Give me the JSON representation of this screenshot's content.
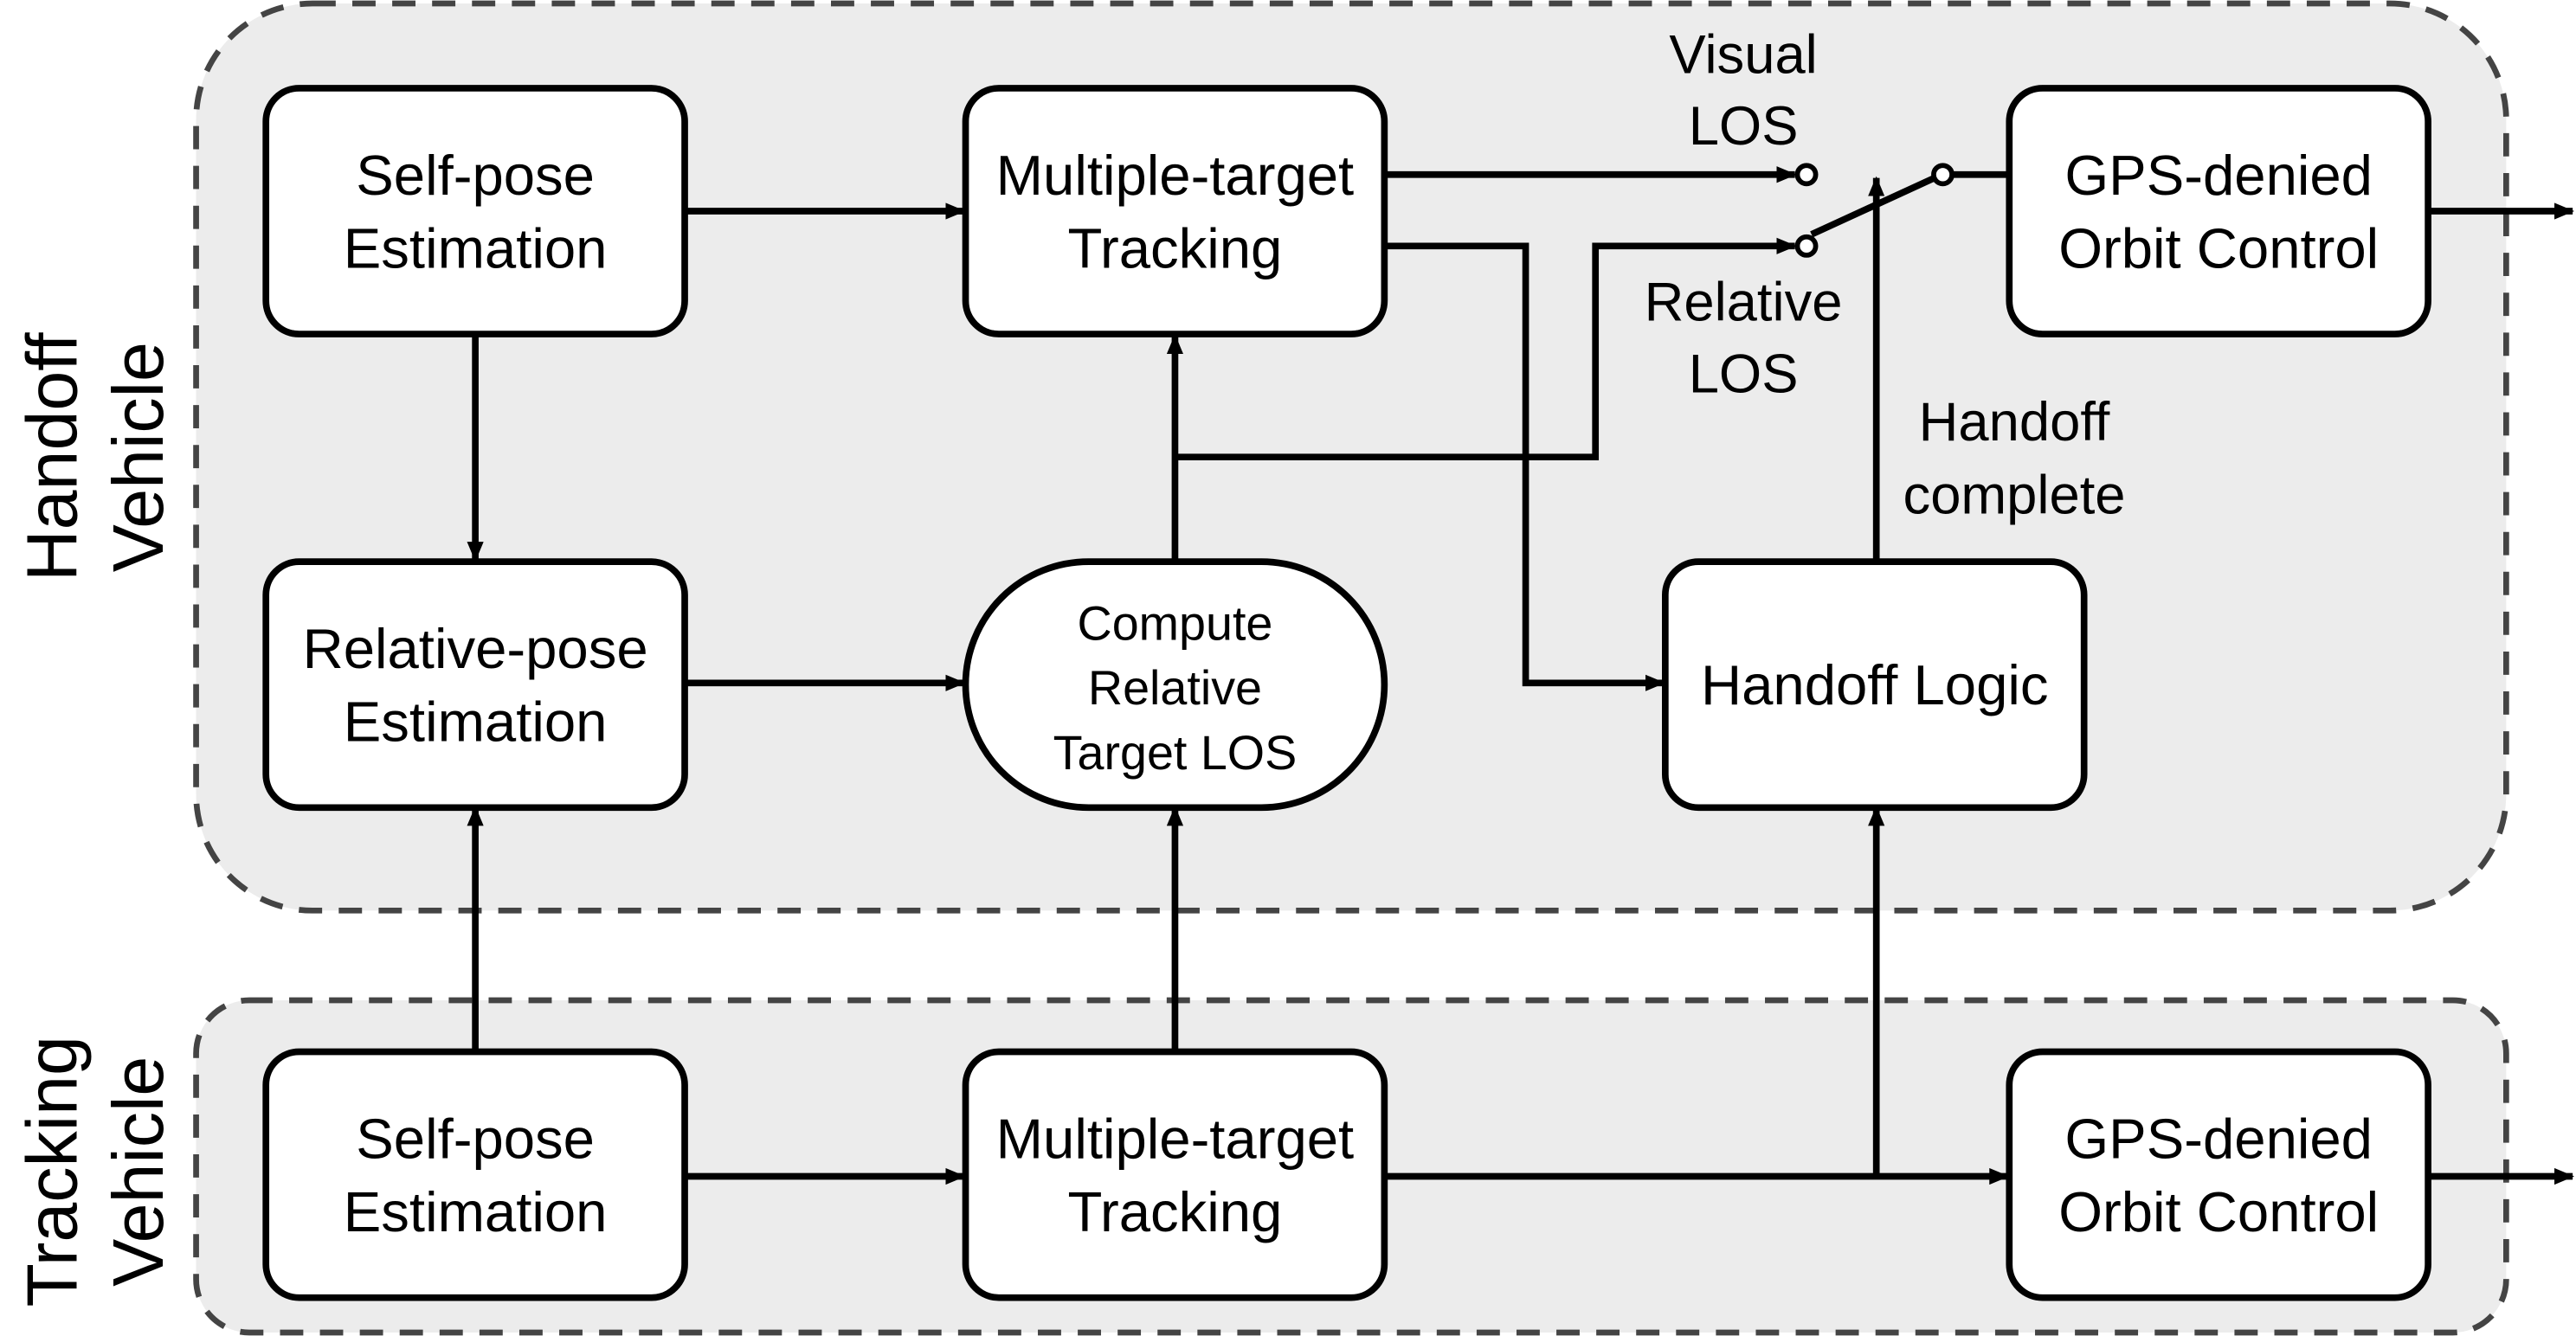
{
  "groups": {
    "handoff": {
      "label_line1": "Handoff",
      "label_line2": "Vehicle"
    },
    "tracking": {
      "label_line1": "Tracking",
      "label_line2": "Vehicle"
    }
  },
  "blocks": {
    "handoff_self_pose": {
      "line1": "Self-pose",
      "line2": "Estimation"
    },
    "handoff_mtt": {
      "line1": "Multiple-target",
      "line2": "Tracking"
    },
    "handoff_gps_orbit": {
      "line1": "GPS-denied",
      "line2": "Orbit Control"
    },
    "relative_pose": {
      "line1": "Relative-pose",
      "line2": "Estimation"
    },
    "compute_los": {
      "line1": "Compute",
      "line2": "Relative",
      "line3": "Target LOS"
    },
    "handoff_logic": {
      "line1": "Handoff Logic"
    },
    "tracking_self_pose": {
      "line1": "Self-pose",
      "line2": "Estimation"
    },
    "tracking_mtt": {
      "line1": "Multiple-target",
      "line2": "Tracking"
    },
    "tracking_gps_orbit": {
      "line1": "GPS-denied",
      "line2": "Orbit Control"
    }
  },
  "annotations": {
    "visual_los": {
      "line1": "Visual",
      "line2": "LOS"
    },
    "relative_los": {
      "line1": "Relative",
      "line2": "LOS"
    },
    "handoff_complete": {
      "line1": "Handoff",
      "line2": "complete"
    }
  },
  "colors": {
    "group_fill": "#ececec",
    "group_stroke": "#444444",
    "block_fill": "#ffffff",
    "line": "#000000"
  }
}
